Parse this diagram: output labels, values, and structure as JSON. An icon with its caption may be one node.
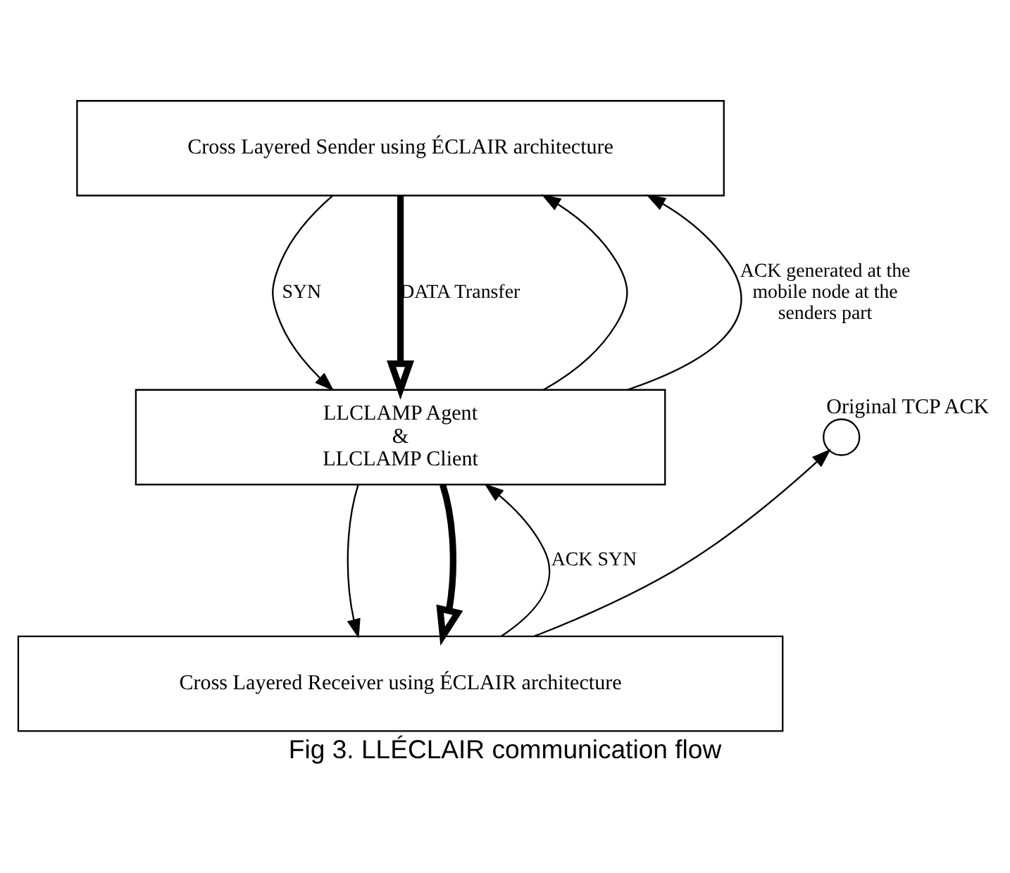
{
  "diagram": {
    "caption": "Fig 3. LLÉCLAIR communication flow",
    "nodes": [
      {
        "text": [
          "Cross Layered Sender using ÉCLAIR architecture"
        ]
      },
      {
        "text": [
          "LLCLAMP Agent",
          "&",
          "LLCLAMP Client"
        ]
      },
      {
        "text": [
          "Cross Layered Receiver using ÉCLAIR architecture"
        ]
      },
      {
        "text": [],
        "shape": "circle",
        "beside": [
          "Original TCP ACK"
        ]
      }
    ],
    "edges": [
      {
        "from": 0,
        "to": 1,
        "arrow": "to",
        "label": "SYN"
      },
      {
        "from": 1,
        "to": 0,
        "arrow": "to"
      },
      {
        "from": 0,
        "to": 1,
        "arrow": "to",
        "label": "DATA Transfer",
        "style": "thick"
      },
      {
        "from": 1,
        "to": 0,
        "arrow": "to",
        "label": "ACK generated at the mobile node at the senders part"
      },
      {
        "from": 1,
        "to": 2,
        "arrow": "to"
      },
      {
        "from": 2,
        "to": 1,
        "arrow": "to",
        "label": "ACK SYN"
      },
      {
        "from": 1,
        "to": 2,
        "arrow": "to",
        "style": "thick"
      },
      {
        "from": 2,
        "to": 3,
        "arrow": "to"
      }
    ]
  }
}
